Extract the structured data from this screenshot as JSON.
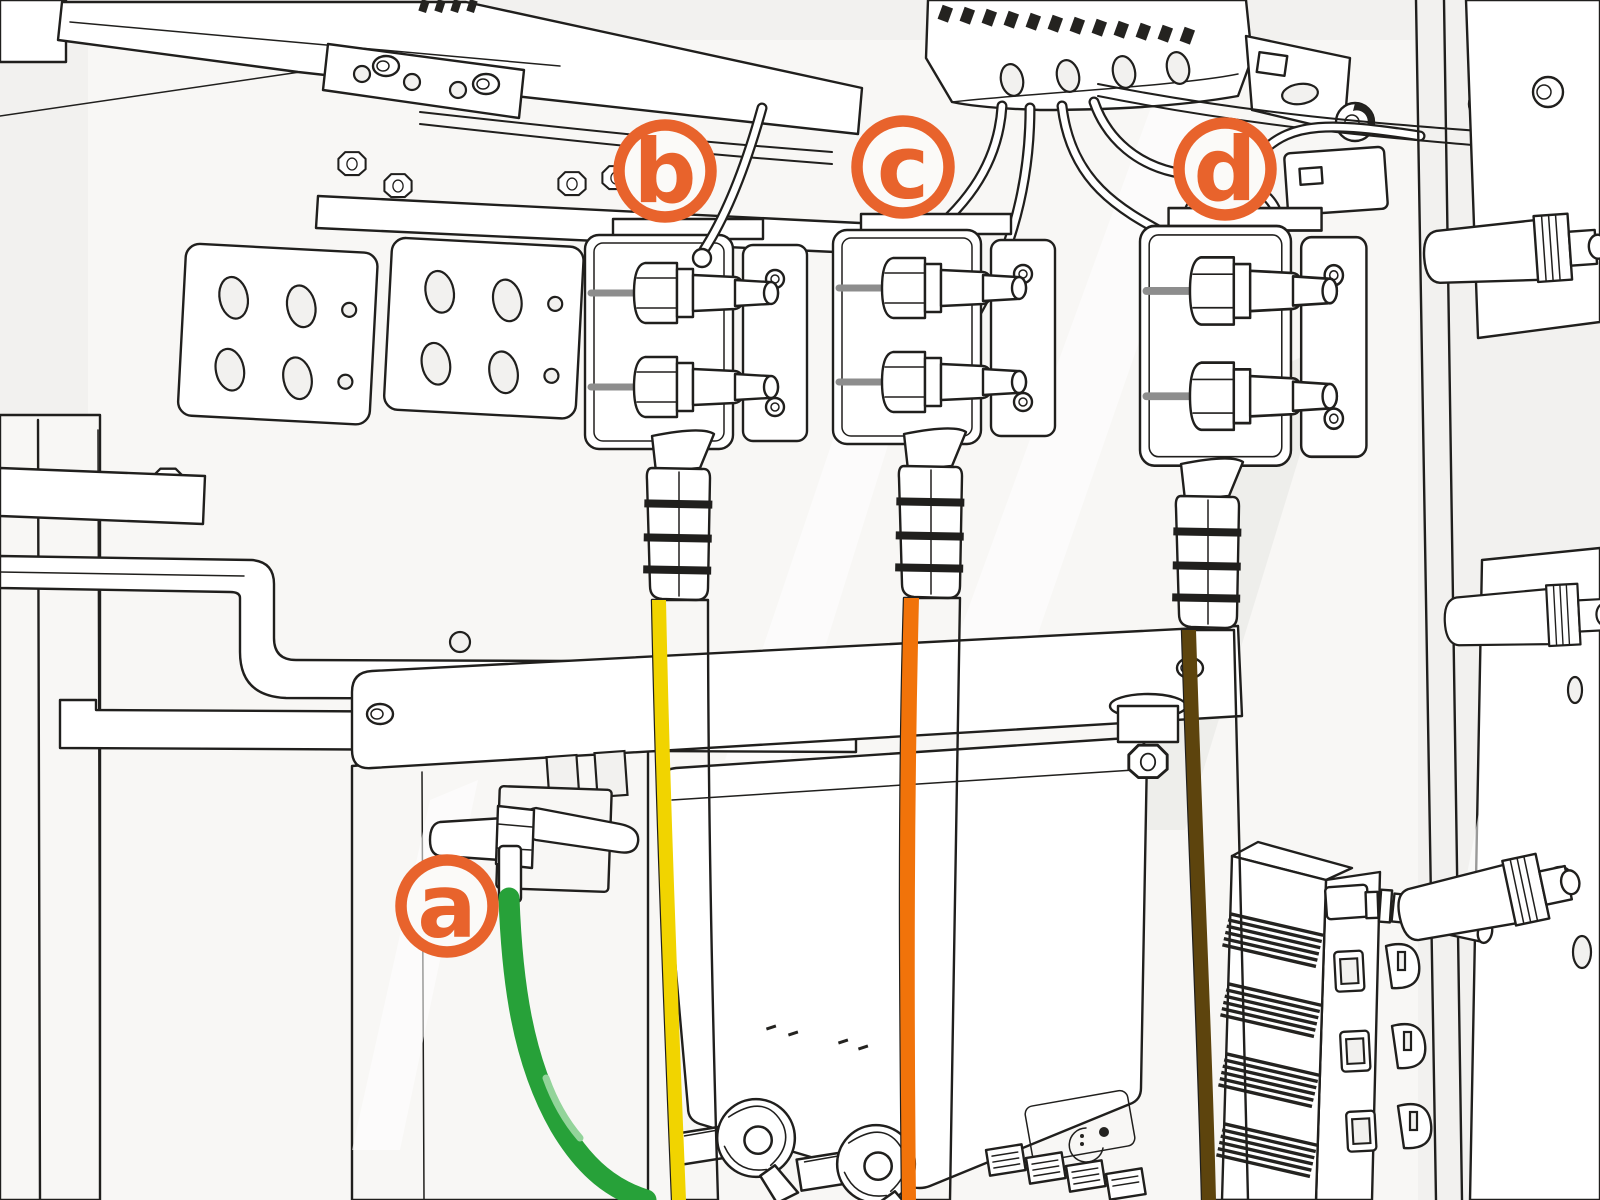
{
  "meta": {
    "title": "Cabinet wiring installation illustration",
    "type": "isometric line-art diagram",
    "background_color": "#f2f1ef",
    "panel_fill": "#ffffff",
    "panel_soft": "#f8f7f5",
    "line_color": "#201f1d",
    "rod_color": "#8d8d8d",
    "fin_color": "#242320",
    "accent_color": "#e8632c",
    "callout_fill_color": "#fbfaf8"
  },
  "callouts": {
    "ring_color": "#e8632c",
    "items": [
      {
        "label": "a",
        "marks": "green-ground-cable-on-grounding-stud"
      },
      {
        "label": "b",
        "marks": "yellow-cable-on-left-terminal-block"
      },
      {
        "label": "c",
        "marks": "orange-cable-on-middle-terminal-block"
      },
      {
        "label": "d",
        "marks": "brown-cable-on-right-terminal-block"
      }
    ]
  },
  "cables": {
    "a": {
      "name": "ground-cable",
      "edge": "#0e6b20",
      "body": "#27a139",
      "highlight": "#93d49a"
    },
    "b": {
      "name": "cable-b",
      "edge": "#f1d400",
      "body": "#f9f2a4"
    },
    "c": {
      "name": "cable-c",
      "edge": "#f1730a",
      "body": "#f8c79d"
    },
    "d": {
      "name": "cable-d",
      "edge": "#5d440d",
      "body": "#7e5d14"
    }
  }
}
